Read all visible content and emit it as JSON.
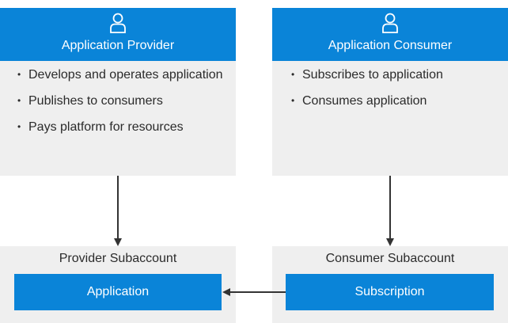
{
  "provider": {
    "title": "Application Provider",
    "icon": "user-icon",
    "bullets": [
      "Develops and operates application",
      "Publishes to consumers",
      "Pays platform for resources"
    ]
  },
  "consumer": {
    "title": "Application Consumer",
    "icon": "user-icon",
    "bullets": [
      "Subscribes to application",
      "Consumes application"
    ]
  },
  "provider_subaccount": {
    "title": "Provider Subaccount",
    "item": "Application"
  },
  "consumer_subaccount": {
    "title": "Consumer Subaccount",
    "item": "Subscription"
  },
  "colors": {
    "accent": "#0a84d8",
    "panel": "#efefef",
    "arrow": "#333333"
  }
}
